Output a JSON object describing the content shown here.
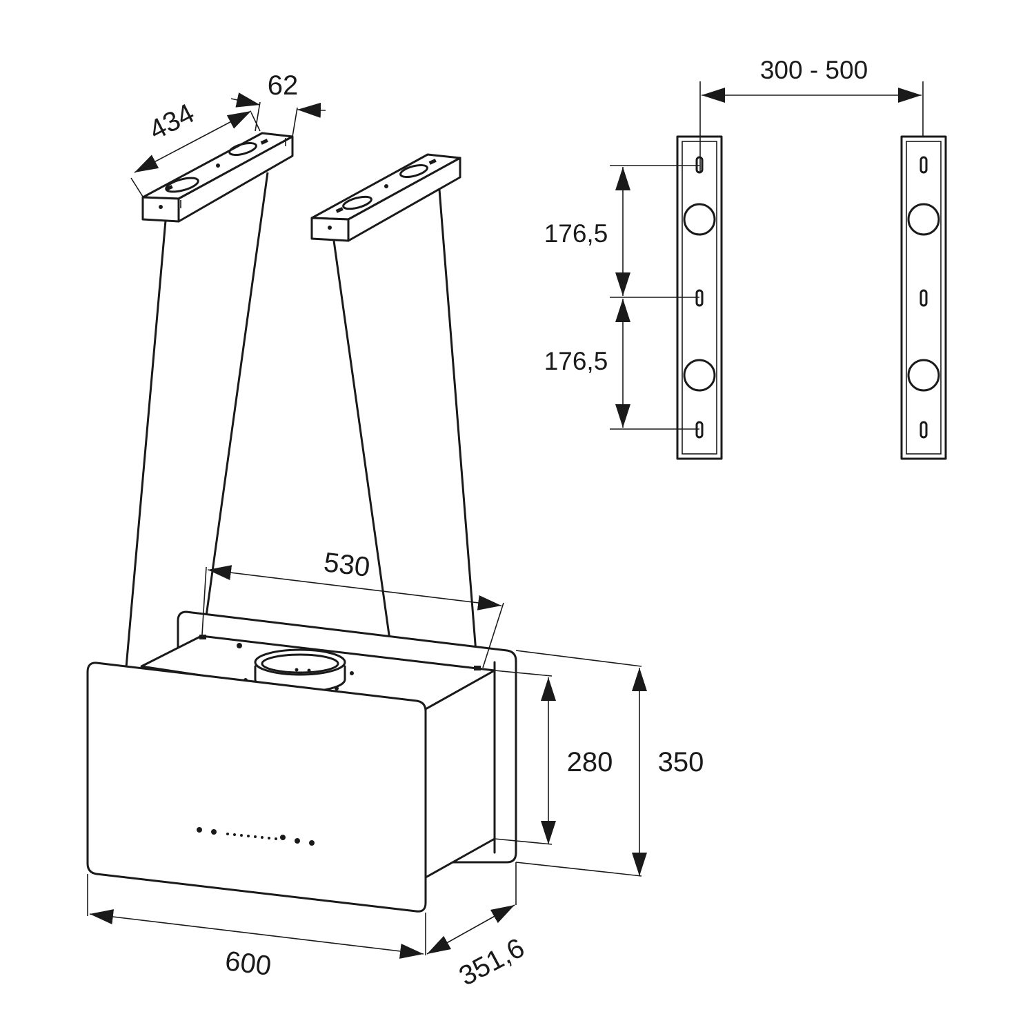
{
  "diagram": {
    "dimensions": {
      "rail_length": "434",
      "rail_width": "62",
      "rail_spacing": "300 - 500",
      "hole_spacing_upper": "176,5",
      "hole_spacing_lower": "176,5",
      "cable_spacing": "530",
      "front_height": "280",
      "total_height": "350",
      "width": "600",
      "depth": "351,6"
    },
    "colors": {
      "line": "#1a1a1a",
      "background": "#ffffff"
    }
  }
}
